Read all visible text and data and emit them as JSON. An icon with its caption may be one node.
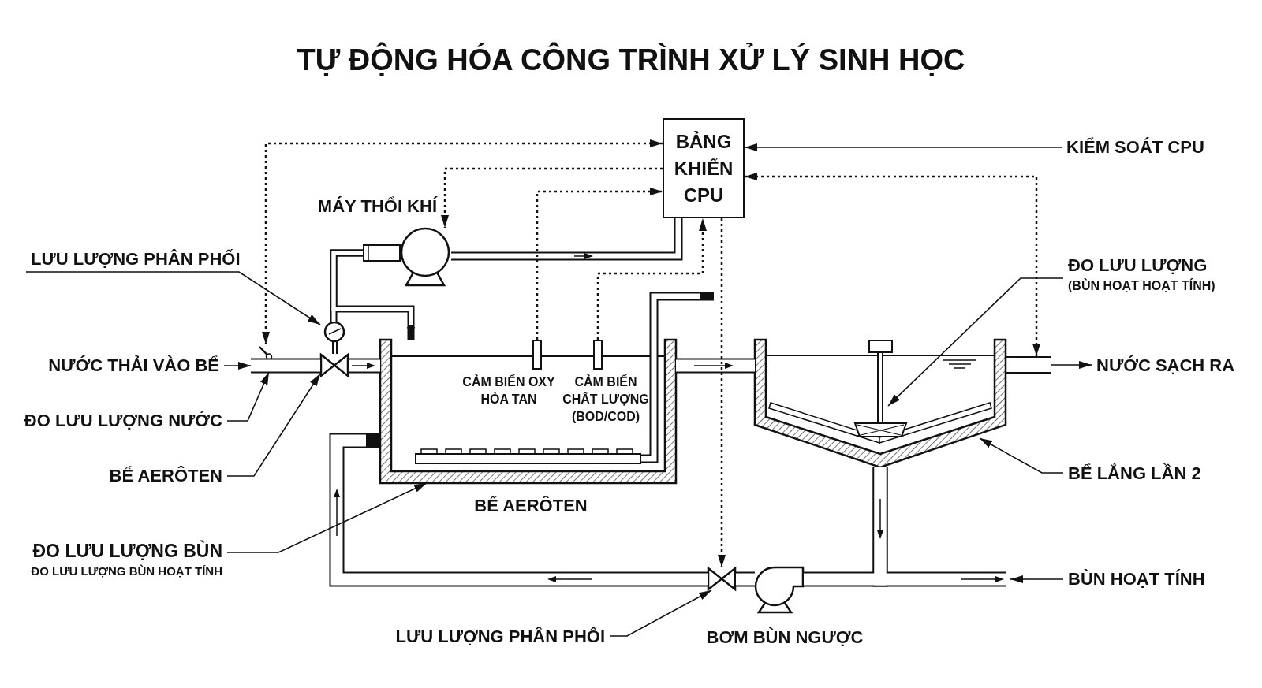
{
  "diagram": {
    "title": "TỰ ĐỘNG HÓA CÔNG TRÌNH XỬ LÝ SINH HỌC",
    "nodes": [
      {
        "text": [
          "BẢNG KHIỂN CPU"
        ]
      },
      {
        "text": [
          "KIỂM SOÁT CPU"
        ]
      },
      {
        "text": [],
        "shape": "circle",
        "beside": [
          "MÁY THỔI KHÍ"
        ]
      },
      {
        "text": [
          "LƯU LƯỢNG PHÂN PHỐI"
        ]
      },
      {
        "text": [],
        "shape": "valve"
      },
      {
        "text": [],
        "shape": "valve"
      },
      {
        "text": [
          "NƯỚC THẢI VÀO BỂ"
        ]
      },
      {
        "text": [
          "ĐO LƯU LƯỢNG NƯỚC"
        ]
      },
      {
        "text": [
          "BỂ AERÔTEN"
        ]
      },
      {
        "text": [
          "ĐO LƯU LƯỢNG BÙN",
          "ĐO LƯU LƯỢNG BÙN HOẠT TÍNH"
        ]
      },
      {
        "text": [],
        "shape": "tank",
        "beside": [
          "BỂ AERÔTEN"
        ]
      },
      {
        "text": [],
        "shape": "box",
        "in": 10,
        "beside": [
          "CẢM BIẾN OXY HÒA TAN"
        ]
      },
      {
        "text": [],
        "shape": "box",
        "in": 10,
        "beside": [
          "CẢM BIẾN CHẤT LƯỢNG (BOD/COD)"
        ]
      },
      {
        "text": [],
        "shape": "tank"
      },
      {
        "text": [
          "ĐO LƯU LƯỢNG",
          "(BÙN HOẠT HOẠT TÍNH)"
        ]
      },
      {
        "text": [
          "BỂ LẮNG LẦN 2"
        ]
      },
      {
        "text": [
          "NƯỚC SẠCH RA"
        ]
      },
      {
        "text": [],
        "shape": "valve"
      },
      {
        "text": [],
        "shape": "circle",
        "beside": [
          "BƠM BÙN NGƯỢC"
        ]
      },
      {
        "text": [
          "LƯU LƯỢNG PHÂN PHỐI"
        ]
      },
      {
        "text": [
          "BÙN HOẠT TÍNH"
        ]
      },
      {
        "text": [],
        "shape": "bar",
        "in": 10
      }
    ],
    "edges": [
      {
        "from": 1,
        "to": 0,
        "arrow": "to"
      },
      {
        "from": 0,
        "to": 5,
        "arrow": "both",
        "style": "dashed"
      },
      {
        "from": 0,
        "to": 2,
        "arrow": "to",
        "style": "dashed"
      },
      {
        "from": 11,
        "to": 0,
        "arrow": "to",
        "style": "dashed"
      },
      {
        "from": 12,
        "to": 0,
        "arrow": "to",
        "style": "dashed"
      },
      {
        "from": 0,
        "to": 17,
        "arrow": "to",
        "style": "dashed"
      },
      {
        "from": 0,
        "to": 13,
        "arrow": "both",
        "style": "dashed"
      },
      {
        "from": 3,
        "to": 4,
        "arrow": "to"
      },
      {
        "from": 6,
        "to": 5,
        "arrow": "to"
      },
      {
        "from": 7,
        "to": 5,
        "arrow": "to"
      },
      {
        "from": 8,
        "to": 4,
        "arrow": "to"
      },
      {
        "from": 9,
        "to": 10,
        "arrow": "to"
      },
      {
        "from": 14,
        "to": null,
        "arrow": "to"
      },
      {
        "from": 15,
        "to": 13,
        "arrow": "to"
      },
      {
        "from": 13,
        "to": 16,
        "arrow": "to"
      },
      {
        "from": 19,
        "to": 17,
        "arrow": "to"
      },
      {
        "from": 20,
        "to": null,
        "arrow": "to"
      },
      {
        "from": 2,
        "to": 0,
        "arrow": "to",
        "style": "thick"
      },
      {
        "from": 2,
        "to": 4,
        "arrow": "none",
        "style": "thick"
      },
      {
        "from": 2,
        "to": 10,
        "arrow": "to",
        "style": "thick"
      },
      {
        "from": 21,
        "to": null,
        "arrow": "to",
        "style": "thick"
      },
      {
        "from": 5,
        "to": 4,
        "arrow": "none",
        "style": "thick"
      },
      {
        "from": 4,
        "to": 10,
        "arrow": "to",
        "style": "thick"
      },
      {
        "from": 10,
        "to": 13,
        "arrow": "to",
        "style": "thick"
      },
      {
        "from": 13,
        "to": 18,
        "arrow": "to",
        "style": "thick"
      },
      {
        "from": 18,
        "to": 17,
        "arrow": "none",
        "style": "thick"
      },
      {
        "from": 17,
        "to": 10,
        "arrow": "to",
        "style": "thick"
      },
      {
        "from": 13,
        "to": null,
        "arrow": "to",
        "style": "thick"
      }
    ]
  }
}
